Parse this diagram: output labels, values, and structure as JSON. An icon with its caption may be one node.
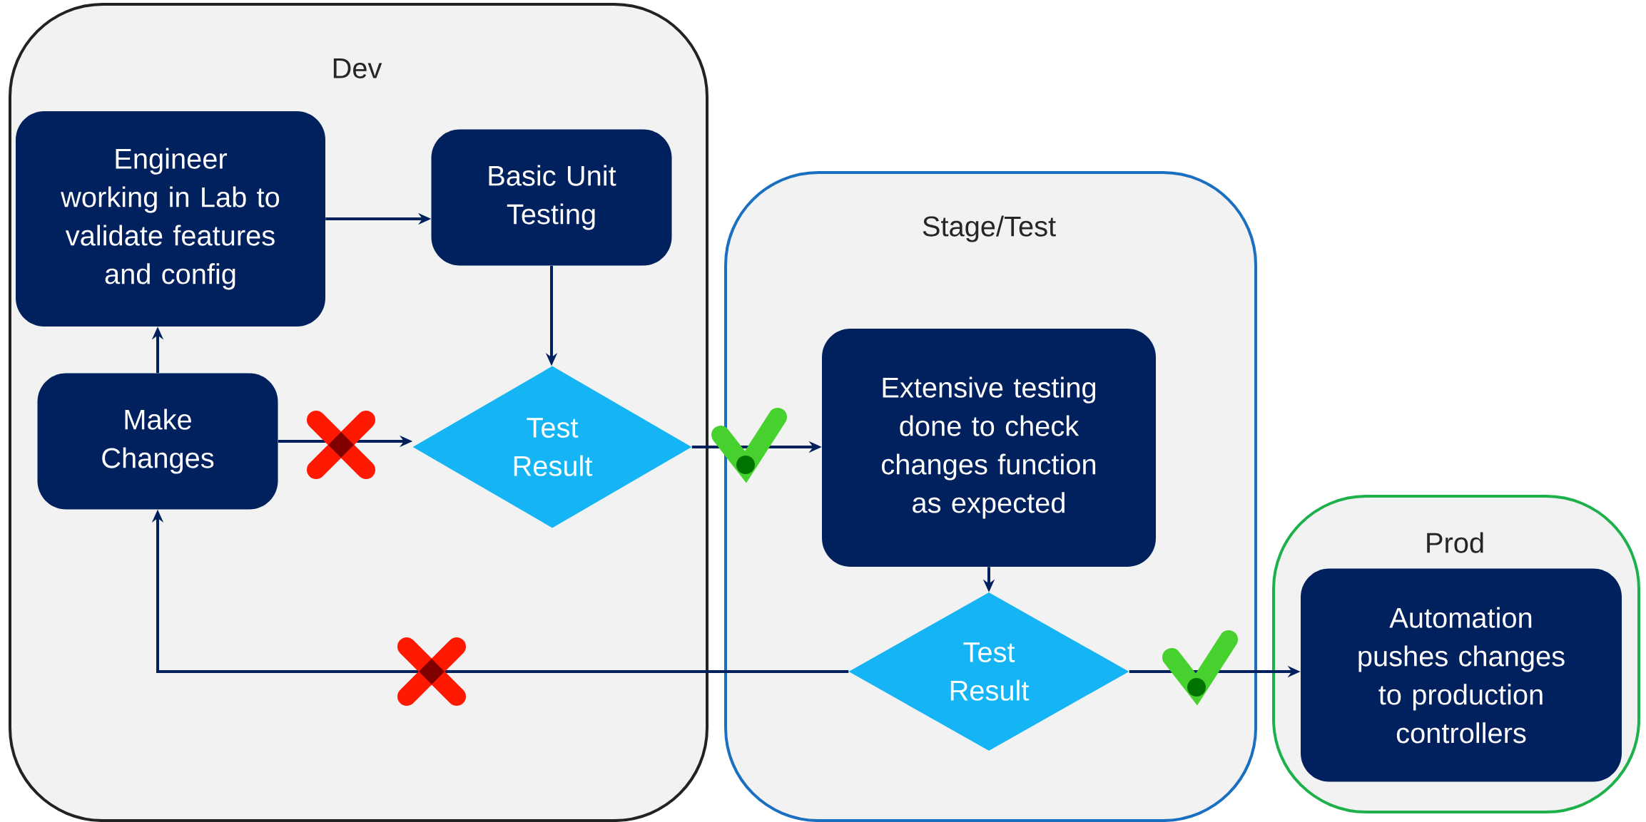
{
  "diagram": {
    "nodes": [
      {
        "text": [
          "Dev"
        ]
      },
      {
        "text": [
          "Stage/Test"
        ]
      },
      {
        "text": [
          "Prod"
        ]
      },
      {
        "text": [
          "Engineer working in Lab to validate features and config"
        ],
        "in": 0
      },
      {
        "text": [
          "Basic Unit Testing"
        ],
        "in": 0
      },
      {
        "text": [
          "Make Changes"
        ],
        "in": 0
      },
      {
        "text": [
          "Test Result"
        ],
        "in": 0
      },
      {
        "text": [
          "Extensive testing done to check changes function as expected"
        ],
        "in": 1
      },
      {
        "text": [
          "Test Result"
        ],
        "in": 1
      },
      {
        "text": [
          "Automation pushes changes to production controllers"
        ],
        "in": 2
      }
    ],
    "edges": [
      {
        "from": 5,
        "to": 3,
        "arrow": "to"
      },
      {
        "from": 3,
        "to": 4,
        "arrow": "to"
      },
      {
        "from": 4,
        "to": 6,
        "arrow": "to"
      },
      {
        "from": 5,
        "to": 6,
        "arrow": "to"
      },
      {
        "from": 6,
        "to": 7,
        "arrow": "to"
      },
      {
        "from": 7,
        "to": 8,
        "arrow": "to"
      },
      {
        "from": 8,
        "to": 9,
        "arrow": "to"
      },
      {
        "from": 8,
        "to": 5,
        "arrow": "to"
      }
    ]
  }
}
